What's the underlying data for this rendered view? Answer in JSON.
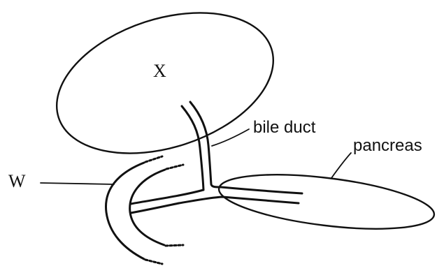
{
  "labels": {
    "x": "X",
    "w": "W",
    "bile_duct": "bile duct",
    "pancreas": "pancreas"
  },
  "colors": {
    "stroke": "#111111",
    "background": "#ffffff"
  }
}
